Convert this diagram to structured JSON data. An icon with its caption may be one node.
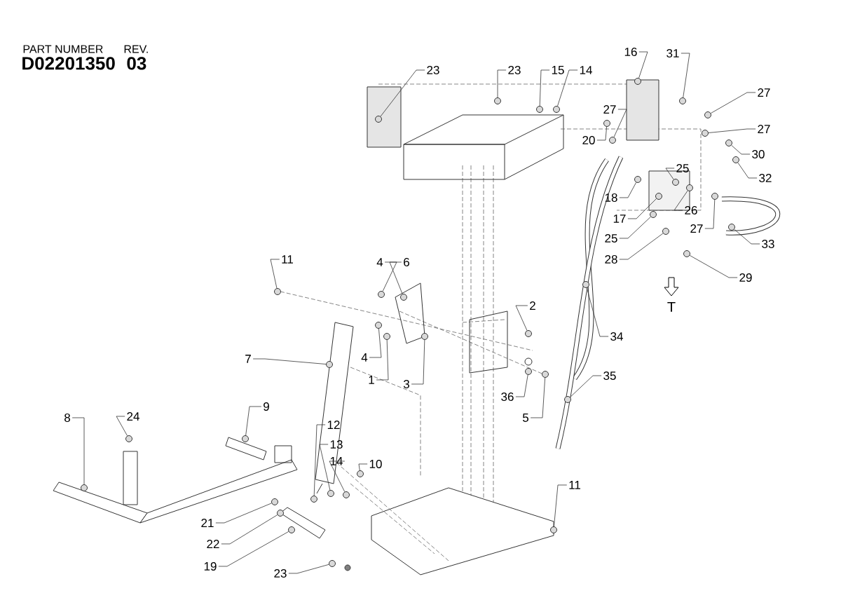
{
  "diagram": {
    "nodes": [
      {
        "text": [
          "23"
        ]
      },
      {
        "text": [
          "23"
        ]
      },
      {
        "text": [
          "15"
        ]
      },
      {
        "text": [
          "14"
        ]
      },
      {
        "text": [
          "27"
        ]
      },
      {
        "text": [
          "16"
        ]
      },
      {
        "text": [
          "31"
        ]
      },
      {
        "text": [
          "27"
        ]
      },
      {
        "text": [
          "27"
        ]
      },
      {
        "text": [
          "20"
        ]
      },
      {
        "text": [
          "30"
        ]
      },
      {
        "text": [
          "32"
        ]
      },
      {
        "text": [
          "18"
        ]
      },
      {
        "text": [
          "25"
        ]
      },
      {
        "text": [
          "17"
        ]
      },
      {
        "text": [
          "26"
        ]
      },
      {
        "text": [
          "27"
        ]
      },
      {
        "text": [
          "25"
        ]
      },
      {
        "text": [
          "28"
        ]
      },
      {
        "text": [
          "33"
        ]
      },
      {
        "text": [
          "29"
        ]
      },
      {
        "text": [
          "11"
        ]
      },
      {
        "text": [
          "4"
        ]
      },
      {
        "text": [
          "6"
        ]
      },
      {
        "text": [
          "2"
        ]
      },
      {
        "text": [
          "7"
        ]
      },
      {
        "text": [
          "4"
        ]
      },
      {
        "text": [
          "1"
        ]
      },
      {
        "text": [
          "3"
        ]
      },
      {
        "text": [
          "36"
        ]
      },
      {
        "text": [
          "34"
        ]
      },
      {
        "text": [
          "35"
        ]
      },
      {
        "text": [
          "5"
        ]
      },
      {
        "text": [
          "9"
        ]
      },
      {
        "text": [
          "8"
        ]
      },
      {
        "text": [
          "24"
        ]
      },
      {
        "text": [
          "12"
        ]
      },
      {
        "text": [
          "13"
        ]
      },
      {
        "text": [
          "14"
        ]
      },
      {
        "text": [
          "10"
        ]
      },
      {
        "text": [
          "21"
        ]
      },
      {
        "text": [
          "22"
        ]
      },
      {
        "text": [
          "19"
        ]
      },
      {
        "text": [
          "23"
        ]
      },
      {
        "text": [
          "11"
        ]
      },
      {
        "text": [],
        "shape": "circle"
      },
      {
        "text": [],
        "shape": "circle"
      },
      {
        "text": [],
        "shape": "circle"
      },
      {
        "text": [],
        "shape": "circle"
      },
      {
        "text": [],
        "shape": "circle"
      },
      {
        "text": [],
        "shape": "circle"
      },
      {
        "text": [],
        "shape": "circle"
      },
      {
        "text": [],
        "shape": "circle"
      },
      {
        "text": [],
        "shape": "circle"
      },
      {
        "text": [],
        "shape": "circle"
      },
      {
        "text": [],
        "shape": "circle"
      },
      {
        "text": [],
        "shape": "circle"
      },
      {
        "text": [],
        "shape": "circle"
      },
      {
        "text": [],
        "shape": "circle"
      },
      {
        "text": [],
        "shape": "circle"
      },
      {
        "text": [],
        "shape": "circle"
      },
      {
        "text": [],
        "shape": "circle"
      },
      {
        "text": [],
        "shape": "circle"
      },
      {
        "text": [],
        "shape": "circle"
      },
      {
        "text": [],
        "shape": "circle"
      },
      {
        "text": [],
        "shape": "circle"
      },
      {
        "text": [],
        "shape": "circle"
      },
      {
        "text": [],
        "shape": "circle"
      },
      {
        "text": [],
        "shape": "circle"
      },
      {
        "text": [],
        "shape": "circle"
      },
      {
        "text": [],
        "shape": "circle"
      },
      {
        "text": [],
        "shape": "circle"
      },
      {
        "text": [],
        "shape": "circle"
      },
      {
        "text": [],
        "shape": "circle"
      },
      {
        "text": [],
        "shape": "circle"
      },
      {
        "text": [],
        "shape": "circle"
      },
      {
        "text": [],
        "shape": "circle"
      },
      {
        "text": [],
        "shape": "circle"
      },
      {
        "text": [],
        "shape": "circle"
      },
      {
        "text": [],
        "shape": "circle"
      },
      {
        "text": [],
        "shape": "circle"
      },
      {
        "text": [],
        "shape": "circle"
      },
      {
        "text": [],
        "shape": "circle"
      },
      {
        "text": [],
        "shape": "circle"
      },
      {
        "text": [],
        "shape": "circle"
      },
      {
        "text": [],
        "shape": "circle"
      },
      {
        "text": [],
        "shape": "circle"
      },
      {
        "text": [],
        "shape": "circle"
      },
      {
        "text": [],
        "shape": "circle"
      },
      {
        "text": [],
        "shape": "circle"
      }
    ],
    "edges": [
      {
        "from": 0,
        "to": 45,
        "arrow": "none"
      },
      {
        "from": 1,
        "to": 46,
        "arrow": "none"
      },
      {
        "from": 2,
        "to": 47,
        "arrow": "none"
      },
      {
        "from": 3,
        "to": 48,
        "arrow": "none"
      },
      {
        "from": 4,
        "to": 49,
        "arrow": "none"
      },
      {
        "from": 5,
        "to": 50,
        "arrow": "none"
      },
      {
        "from": 6,
        "to": 51,
        "arrow": "none"
      },
      {
        "from": 7,
        "to": 52,
        "arrow": "none"
      },
      {
        "from": 8,
        "to": 53,
        "arrow": "none"
      },
      {
        "from": 9,
        "to": 54,
        "arrow": "none"
      },
      {
        "from": 10,
        "to": 55,
        "arrow": "none"
      },
      {
        "from": 11,
        "to": 56,
        "arrow": "none"
      },
      {
        "from": 12,
        "to": 57,
        "arrow": "none"
      },
      {
        "from": 13,
        "to": 58,
        "arrow": "none"
      },
      {
        "from": 14,
        "to": 59,
        "arrow": "none"
      },
      {
        "from": 15,
        "to": 60,
        "arrow": "none"
      },
      {
        "from": 16,
        "to": 61,
        "arrow": "none"
      },
      {
        "from": 17,
        "to": 62,
        "arrow": "none"
      },
      {
        "from": 18,
        "to": 63,
        "arrow": "none"
      },
      {
        "from": 19,
        "to": 64,
        "arrow": "none"
      },
      {
        "from": 20,
        "to": 65,
        "arrow": "none"
      },
      {
        "from": 21,
        "to": 66,
        "arrow": "none"
      },
      {
        "from": 22,
        "to": 67,
        "arrow": "none"
      },
      {
        "from": 23,
        "to": 68,
        "arrow": "none"
      },
      {
        "from": 24,
        "to": 69,
        "arrow": "none"
      },
      {
        "from": 25,
        "to": 70,
        "arrow": "none"
      },
      {
        "from": 26,
        "to": 71,
        "arrow": "none"
      },
      {
        "from": 27,
        "to": 72,
        "arrow": "none"
      },
      {
        "from": 28,
        "to": 73,
        "arrow": "none"
      },
      {
        "from": 29,
        "to": 74,
        "arrow": "none"
      },
      {
        "from": 30,
        "to": 75,
        "arrow": "none"
      },
      {
        "from": 31,
        "to": 76,
        "arrow": "none"
      },
      {
        "from": 32,
        "to": 77,
        "arrow": "none"
      },
      {
        "from": 33,
        "to": 78,
        "arrow": "none"
      },
      {
        "from": 34,
        "to": 79,
        "arrow": "none"
      },
      {
        "from": 35,
        "to": 80,
        "arrow": "none"
      },
      {
        "from": 36,
        "to": 81,
        "arrow": "none"
      },
      {
        "from": 37,
        "to": 82,
        "arrow": "none"
      },
      {
        "from": 38,
        "to": 83,
        "arrow": "none"
      },
      {
        "from": 39,
        "to": 84,
        "arrow": "none"
      },
      {
        "from": 40,
        "to": 85,
        "arrow": "none"
      },
      {
        "from": 41,
        "to": 86,
        "arrow": "none"
      },
      {
        "from": 42,
        "to": 87,
        "arrow": "none"
      },
      {
        "from": 43,
        "to": 88,
        "arrow": "none"
      },
      {
        "from": 44,
        "to": 89,
        "arrow": "none"
      }
    ],
    "labels": [
      "PART NUMBER",
      "D02201350",
      "REV.",
      "03",
      "T"
    ]
  }
}
